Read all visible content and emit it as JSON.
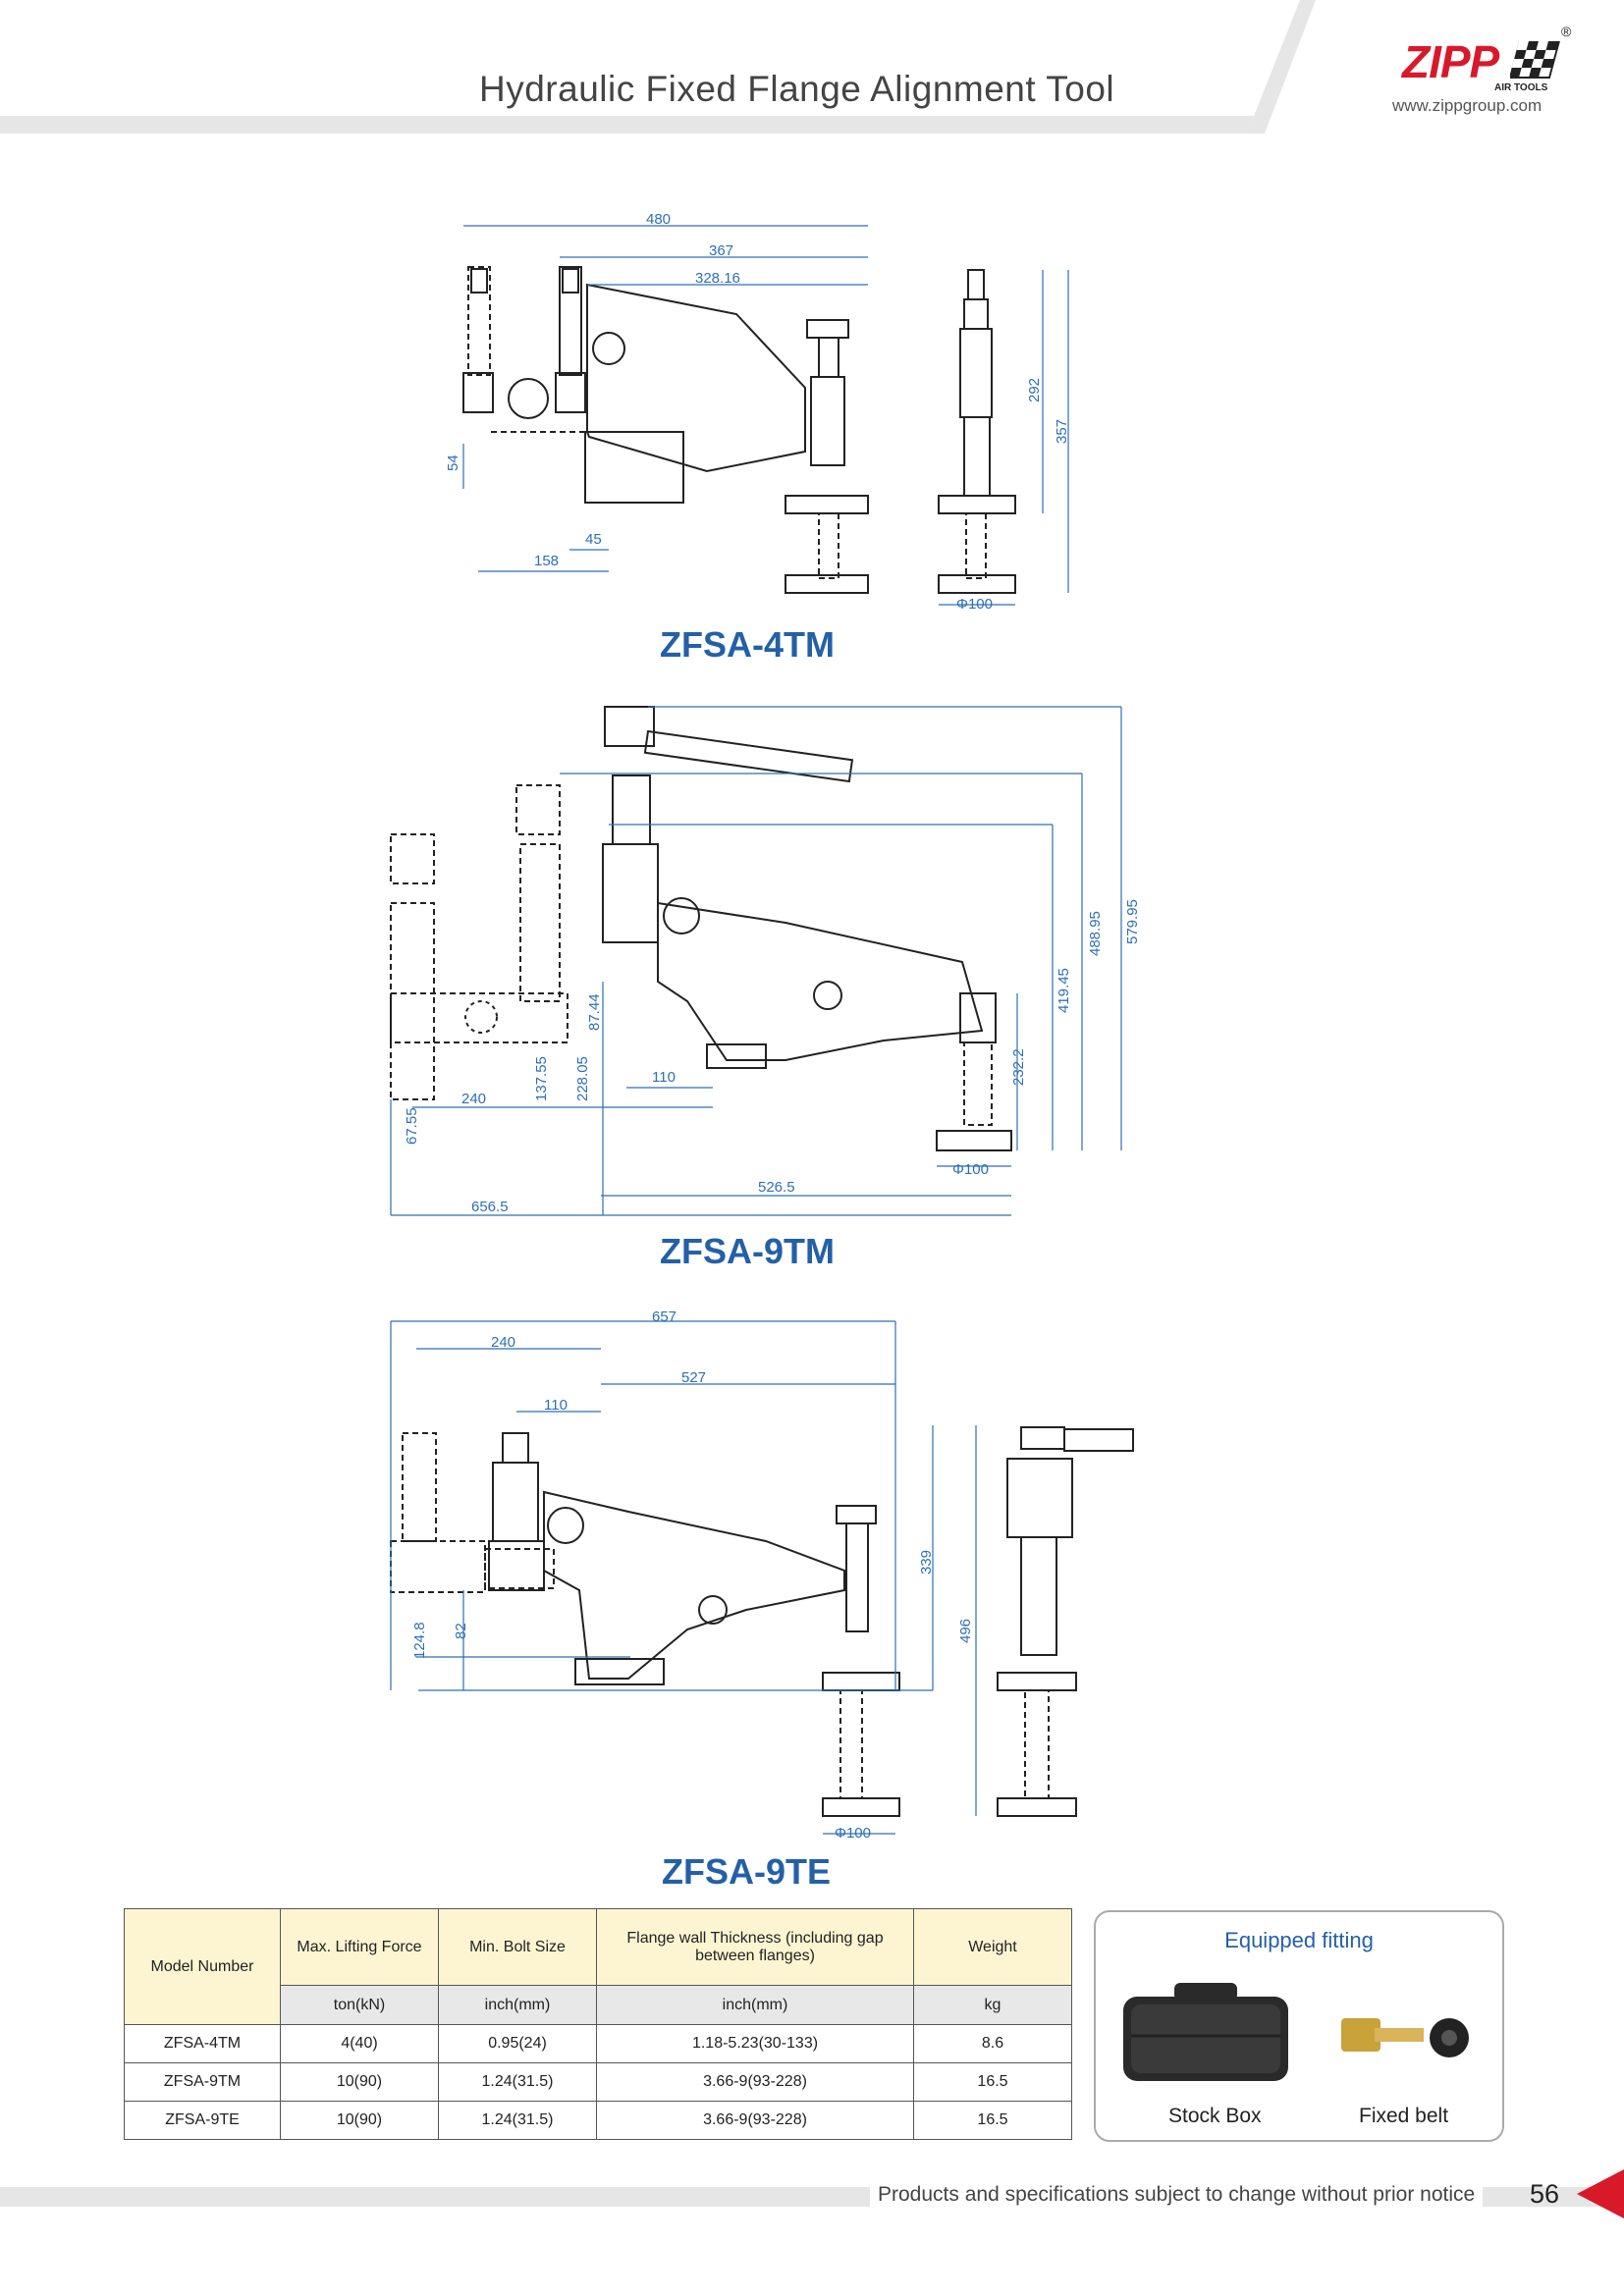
{
  "header": {
    "title": "Hydraulic Fixed Flange Alignment Tool",
    "brand": "ZIPP",
    "brand_sub": "AIR TOOLS",
    "registered": "®",
    "website": "www.zippgroup.com"
  },
  "drawings": {
    "tm4": {
      "name": "ZFSA-4TM",
      "dims": {
        "d480": "480",
        "d367": "367",
        "d328": "328.16",
        "d54": "54",
        "d45": "45",
        "d158": "158",
        "d292": "292",
        "d357": "357",
        "phi": "Φ100"
      }
    },
    "tm9": {
      "name": "ZFSA-9TM",
      "dims": {
        "d579": "579.95",
        "d488": "488.95",
        "d419": "419.45",
        "d232": "232.2",
        "d87": "87.44",
        "d110": "110",
        "d137": "137.55",
        "d228": "228.05",
        "d240": "240",
        "d67": "67.55",
        "phi": "Φ100",
        "d526": "526.5",
        "d656": "656.5"
      }
    },
    "te9": {
      "name": "ZFSA-9TE",
      "dims": {
        "d657": "657",
        "d240": "240",
        "d527": "527",
        "d110": "110",
        "d339": "339",
        "d496": "496",
        "d82": "82",
        "d124": "124.8",
        "phi": "Φ100"
      }
    }
  },
  "table": {
    "headers": {
      "model": "Model Number",
      "force": "Max. Lifting Force",
      "bolt": "Min. Bolt Size",
      "flange": "Flange wall Thickness (including gap between flanges)",
      "weight": "Weight"
    },
    "units": {
      "force": "ton(kN)",
      "bolt": "inch(mm)",
      "flange": "inch(mm)",
      "weight": "kg"
    },
    "rows": [
      {
        "model": "ZFSA-4TM",
        "force": "4(40)",
        "bolt": "0.95(24)",
        "flange": "1.18-5.23(30-133)",
        "weight": "8.6"
      },
      {
        "model": "ZFSA-9TM",
        "force": "10(90)",
        "bolt": "1.24(31.5)",
        "flange": "3.66-9(93-228)",
        "weight": "16.5"
      },
      {
        "model": "ZFSA-9TE",
        "force": "10(90)",
        "bolt": "1.24(31.5)",
        "flange": "3.66-9(93-228)",
        "weight": "16.5"
      }
    ]
  },
  "fitting": {
    "title": "Equipped fitting",
    "items": [
      {
        "label": "Stock Box"
      },
      {
        "label": "Fixed belt"
      }
    ]
  },
  "footer": {
    "note": "Products and specifications subject to change without prior notice",
    "page": "56"
  },
  "colors": {
    "brand_red": "#d8192a",
    "dim_blue": "#2e6fb5",
    "title_blue": "#2460a7",
    "table_header": "#fdf5d2"
  }
}
